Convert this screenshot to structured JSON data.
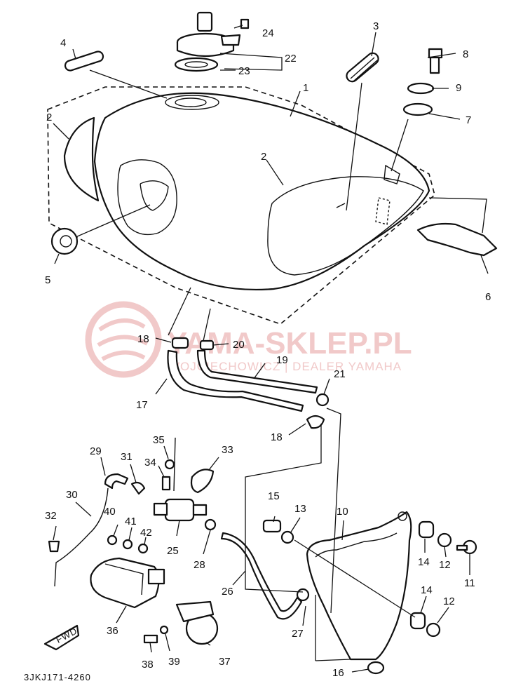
{
  "diagram": {
    "code": "3JKJ171-4260",
    "fwd_label": "FWD",
    "watermark": {
      "title": "YAMA-SKLEP.PL",
      "subtitle": "WOJCIECHOWICZ | DEALER YAMAHA"
    },
    "part_numbers": {
      "p1": "1",
      "p2a": "2",
      "p2b": "2",
      "p3": "3",
      "p4": "4",
      "p5": "5",
      "p6": "6",
      "p7": "7",
      "p8": "8",
      "p9": "9",
      "p10": "10",
      "p11": "11",
      "p12a": "12",
      "p12b": "12",
      "p13": "13",
      "p14a": "14",
      "p14b": "14",
      "p15": "15",
      "p16": "16",
      "p17": "17",
      "p18a": "18",
      "p18b": "18",
      "p19": "19",
      "p20": "20",
      "p21": "21",
      "p22": "22",
      "p23": "23",
      "p24": "24",
      "p25": "25",
      "p26": "26",
      "p27": "27",
      "p28": "28",
      "p29": "29",
      "p30": "30",
      "p31": "31",
      "p32": "32",
      "p33": "33",
      "p34": "34",
      "p35": "35",
      "p36": "36",
      "p37": "37",
      "p38": "38",
      "p39": "39",
      "p40": "40",
      "p41": "41",
      "p42": "42"
    }
  }
}
